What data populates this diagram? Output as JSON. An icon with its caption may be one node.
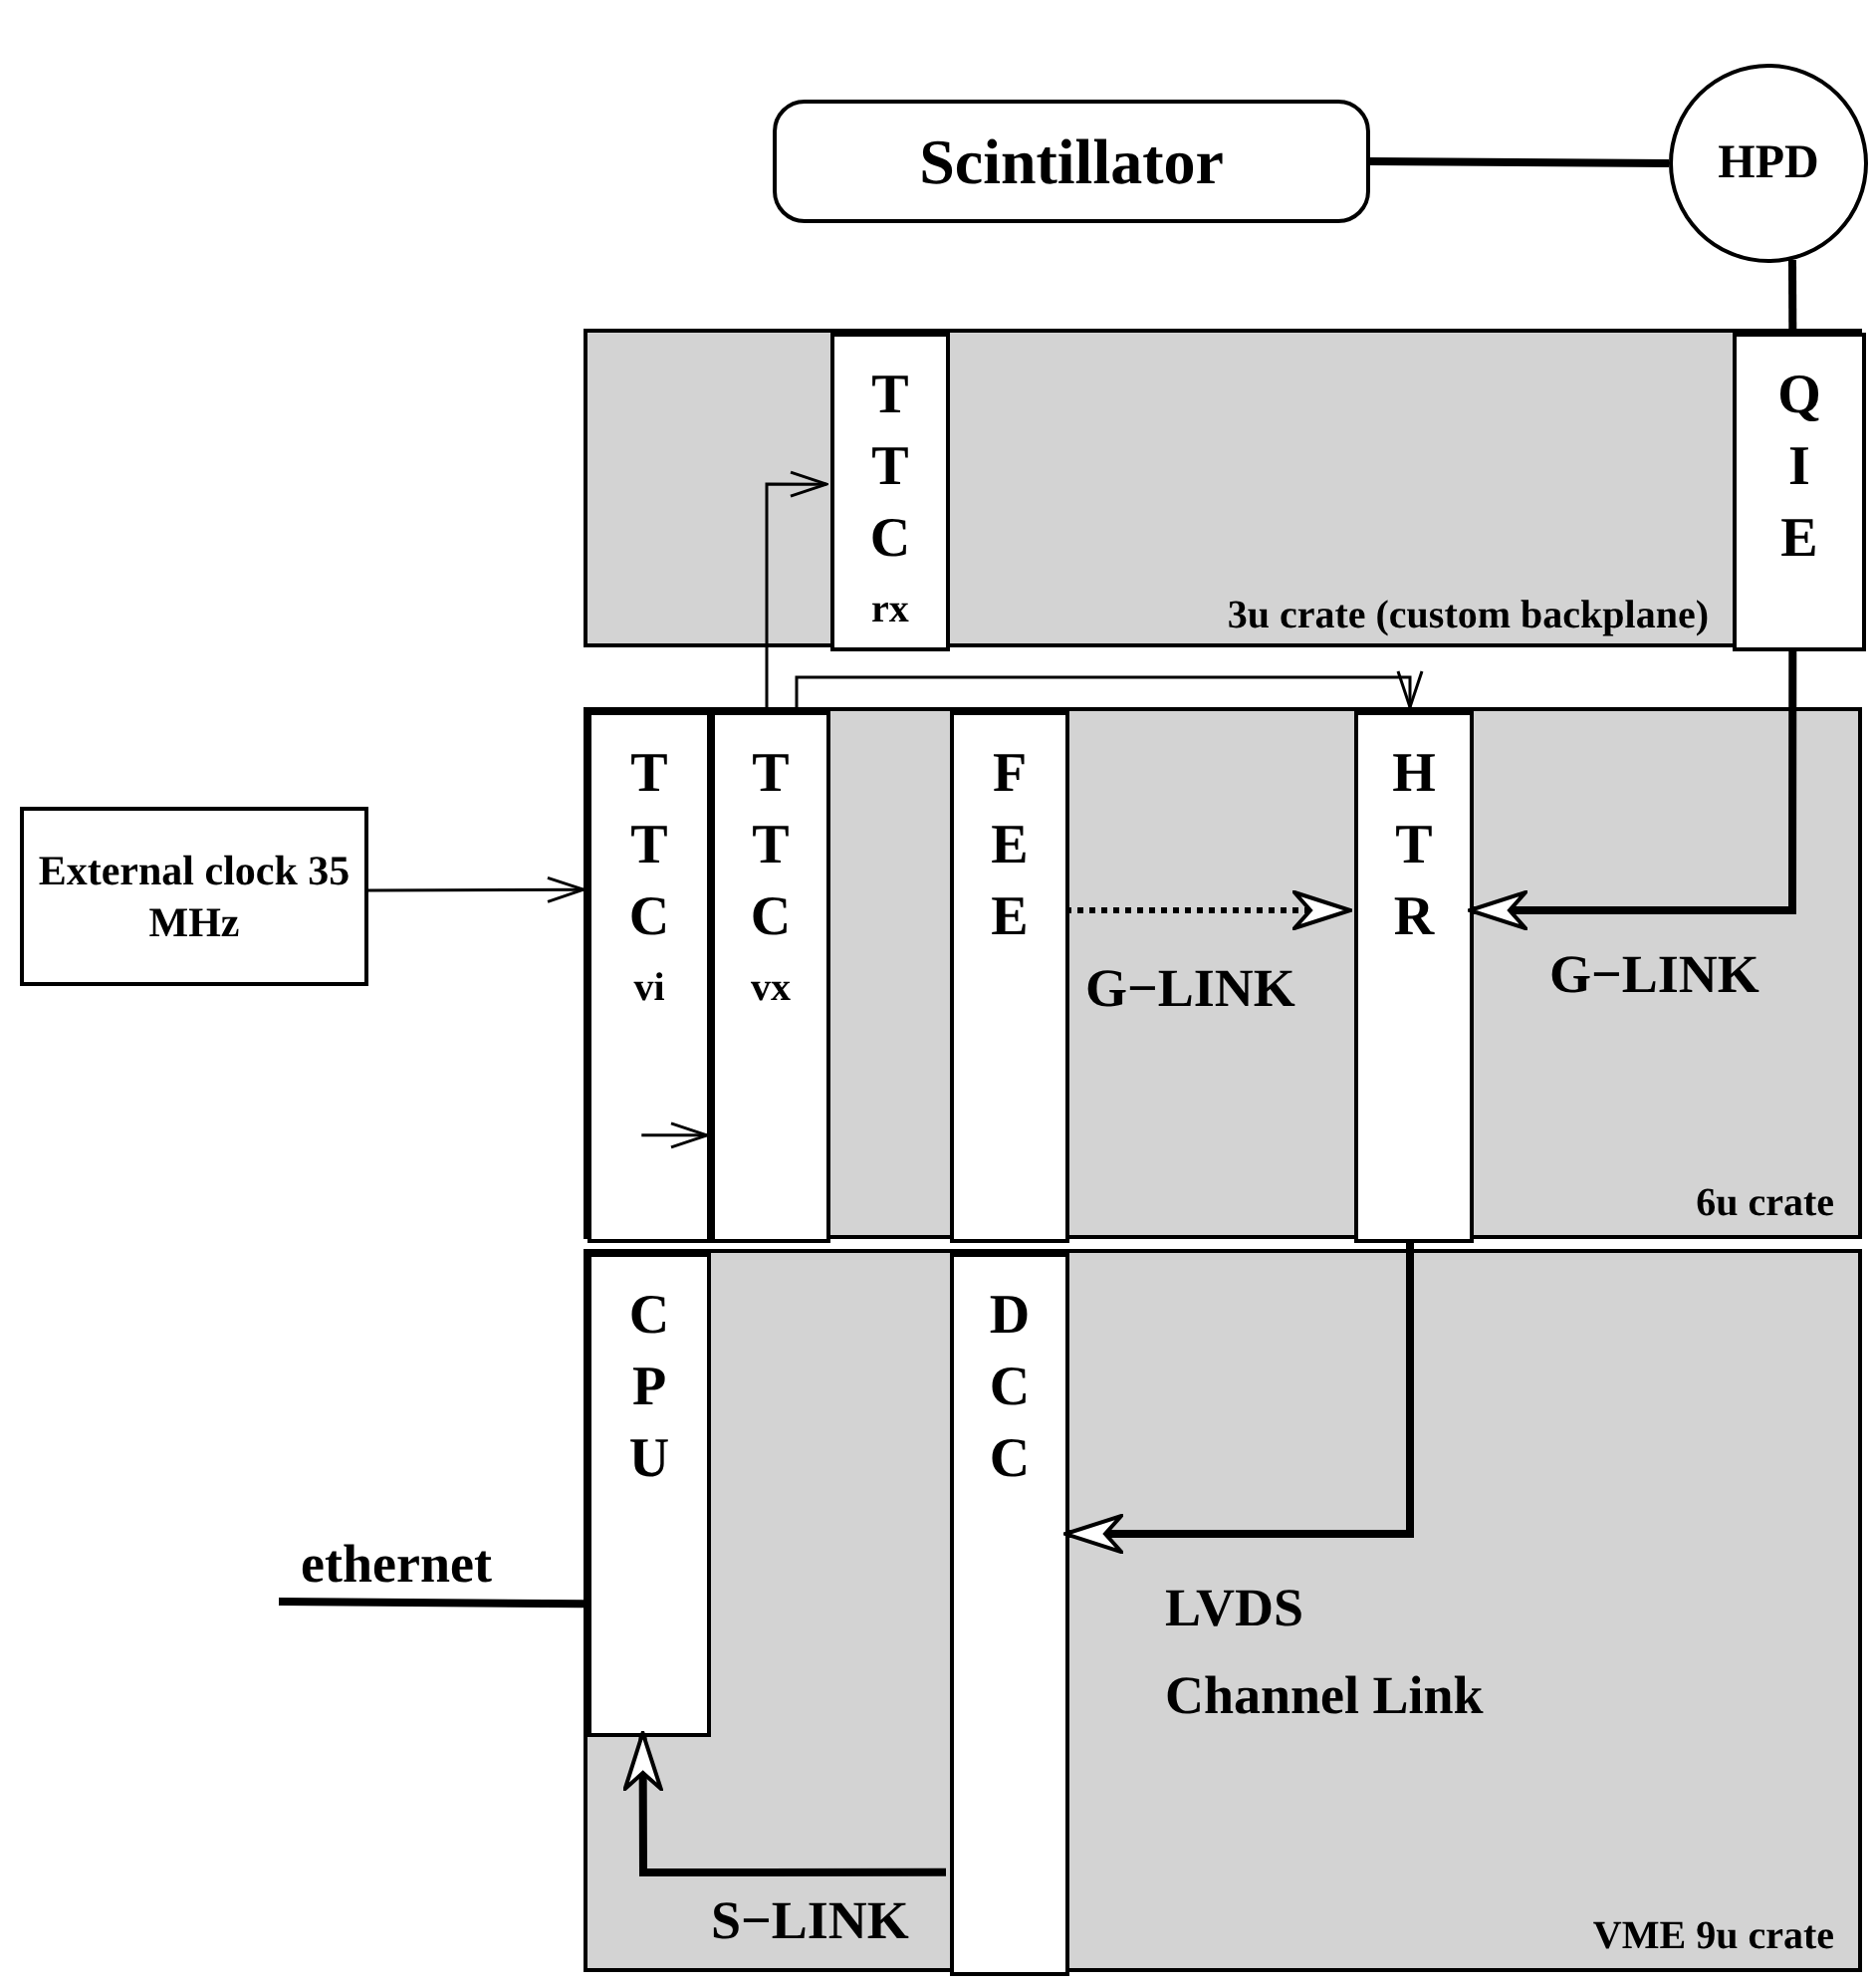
{
  "diagram": {
    "nodes": [
      {
        "text": [
          "Scintillator"
        ]
      },
      {
        "text": [
          "HPD"
        ]
      },
      {
        "text": [
          "3u crate (custom backplane)"
        ]
      },
      {
        "text": [
          "TTC",
          "rx"
        ],
        "in": 2
      },
      {
        "text": [
          "QIE"
        ],
        "in": 2
      },
      {
        "text": [
          "6u crate"
        ]
      },
      {
        "text": [
          "TTC",
          "vi"
        ],
        "in": 5
      },
      {
        "text": [
          "TTC",
          "vx"
        ],
        "in": 5
      },
      {
        "text": [
          "FEE"
        ],
        "in": 5
      },
      {
        "text": [
          "HTR"
        ],
        "in": 5
      },
      {
        "text": [
          "External clock 35 MHz"
        ]
      },
      {
        "text": [
          "VME 9u crate"
        ]
      },
      {
        "text": [
          "CPU"
        ],
        "in": 11
      },
      {
        "text": [
          "DCC"
        ],
        "in": 11
      },
      {
        "text": [
          "ethernet"
        ]
      }
    ],
    "edges": [
      {
        "from": 0,
        "to": 1,
        "arrow": "none"
      },
      {
        "from": 1,
        "to": 4,
        "arrow": "none"
      },
      {
        "from": 4,
        "to": 9,
        "arrow": "to",
        "label": "G−LINK"
      },
      {
        "from": 8,
        "to": 9,
        "arrow": "to",
        "label": "G−LINK",
        "style": "dashed"
      },
      {
        "from": 10,
        "to": 6,
        "arrow": "to"
      },
      {
        "from": 6,
        "to": 7,
        "arrow": "to"
      },
      {
        "from": 7,
        "to": 3,
        "arrow": "to"
      },
      {
        "from": 7,
        "to": 9,
        "arrow": "to"
      },
      {
        "from": 9,
        "to": 13,
        "arrow": "to",
        "label": "LVDS Channel Link"
      },
      {
        "from": 13,
        "to": 12,
        "arrow": "to",
        "label": "S−LINK"
      },
      {
        "from": 14,
        "to": 12,
        "arrow": "none"
      }
    ]
  }
}
